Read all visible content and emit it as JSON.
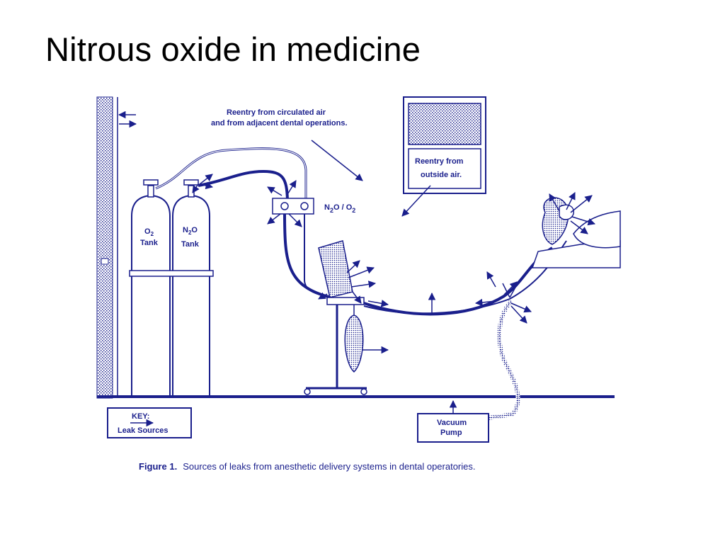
{
  "title": "Nitrous oxide in medicine",
  "figure": {
    "reentry_circulated_line1": "Reentry from circulated air",
    "reentry_circulated_line2": "and from adjacent dental operations.",
    "reentry_outside_line1": "Reentry from",
    "reentry_outside_line2": "outside air.",
    "o2_tank_formula": "O",
    "o2_tank_sub": "2",
    "o2_tank_word": "Tank",
    "n2o_tank_formula_a": "N",
    "n2o_tank_sub": "2",
    "n2o_tank_formula_b": "O",
    "n2o_tank_word": "Tank",
    "mixer_label_a": "N",
    "mixer_label_sub1": "2",
    "mixer_label_b": "O / O",
    "mixer_label_sub2": "2",
    "key_title": "KEY:",
    "key_label": "Leak Sources",
    "vacuum_line1": "Vacuum",
    "vacuum_line2": "Pump",
    "caption_bold": "Figure 1.",
    "caption_text": "Sources of leaks from anesthetic delivery systems in dental operatories."
  },
  "colors": {
    "ink": "#1a1f8c",
    "title": "#000000",
    "background": "#ffffff"
  }
}
